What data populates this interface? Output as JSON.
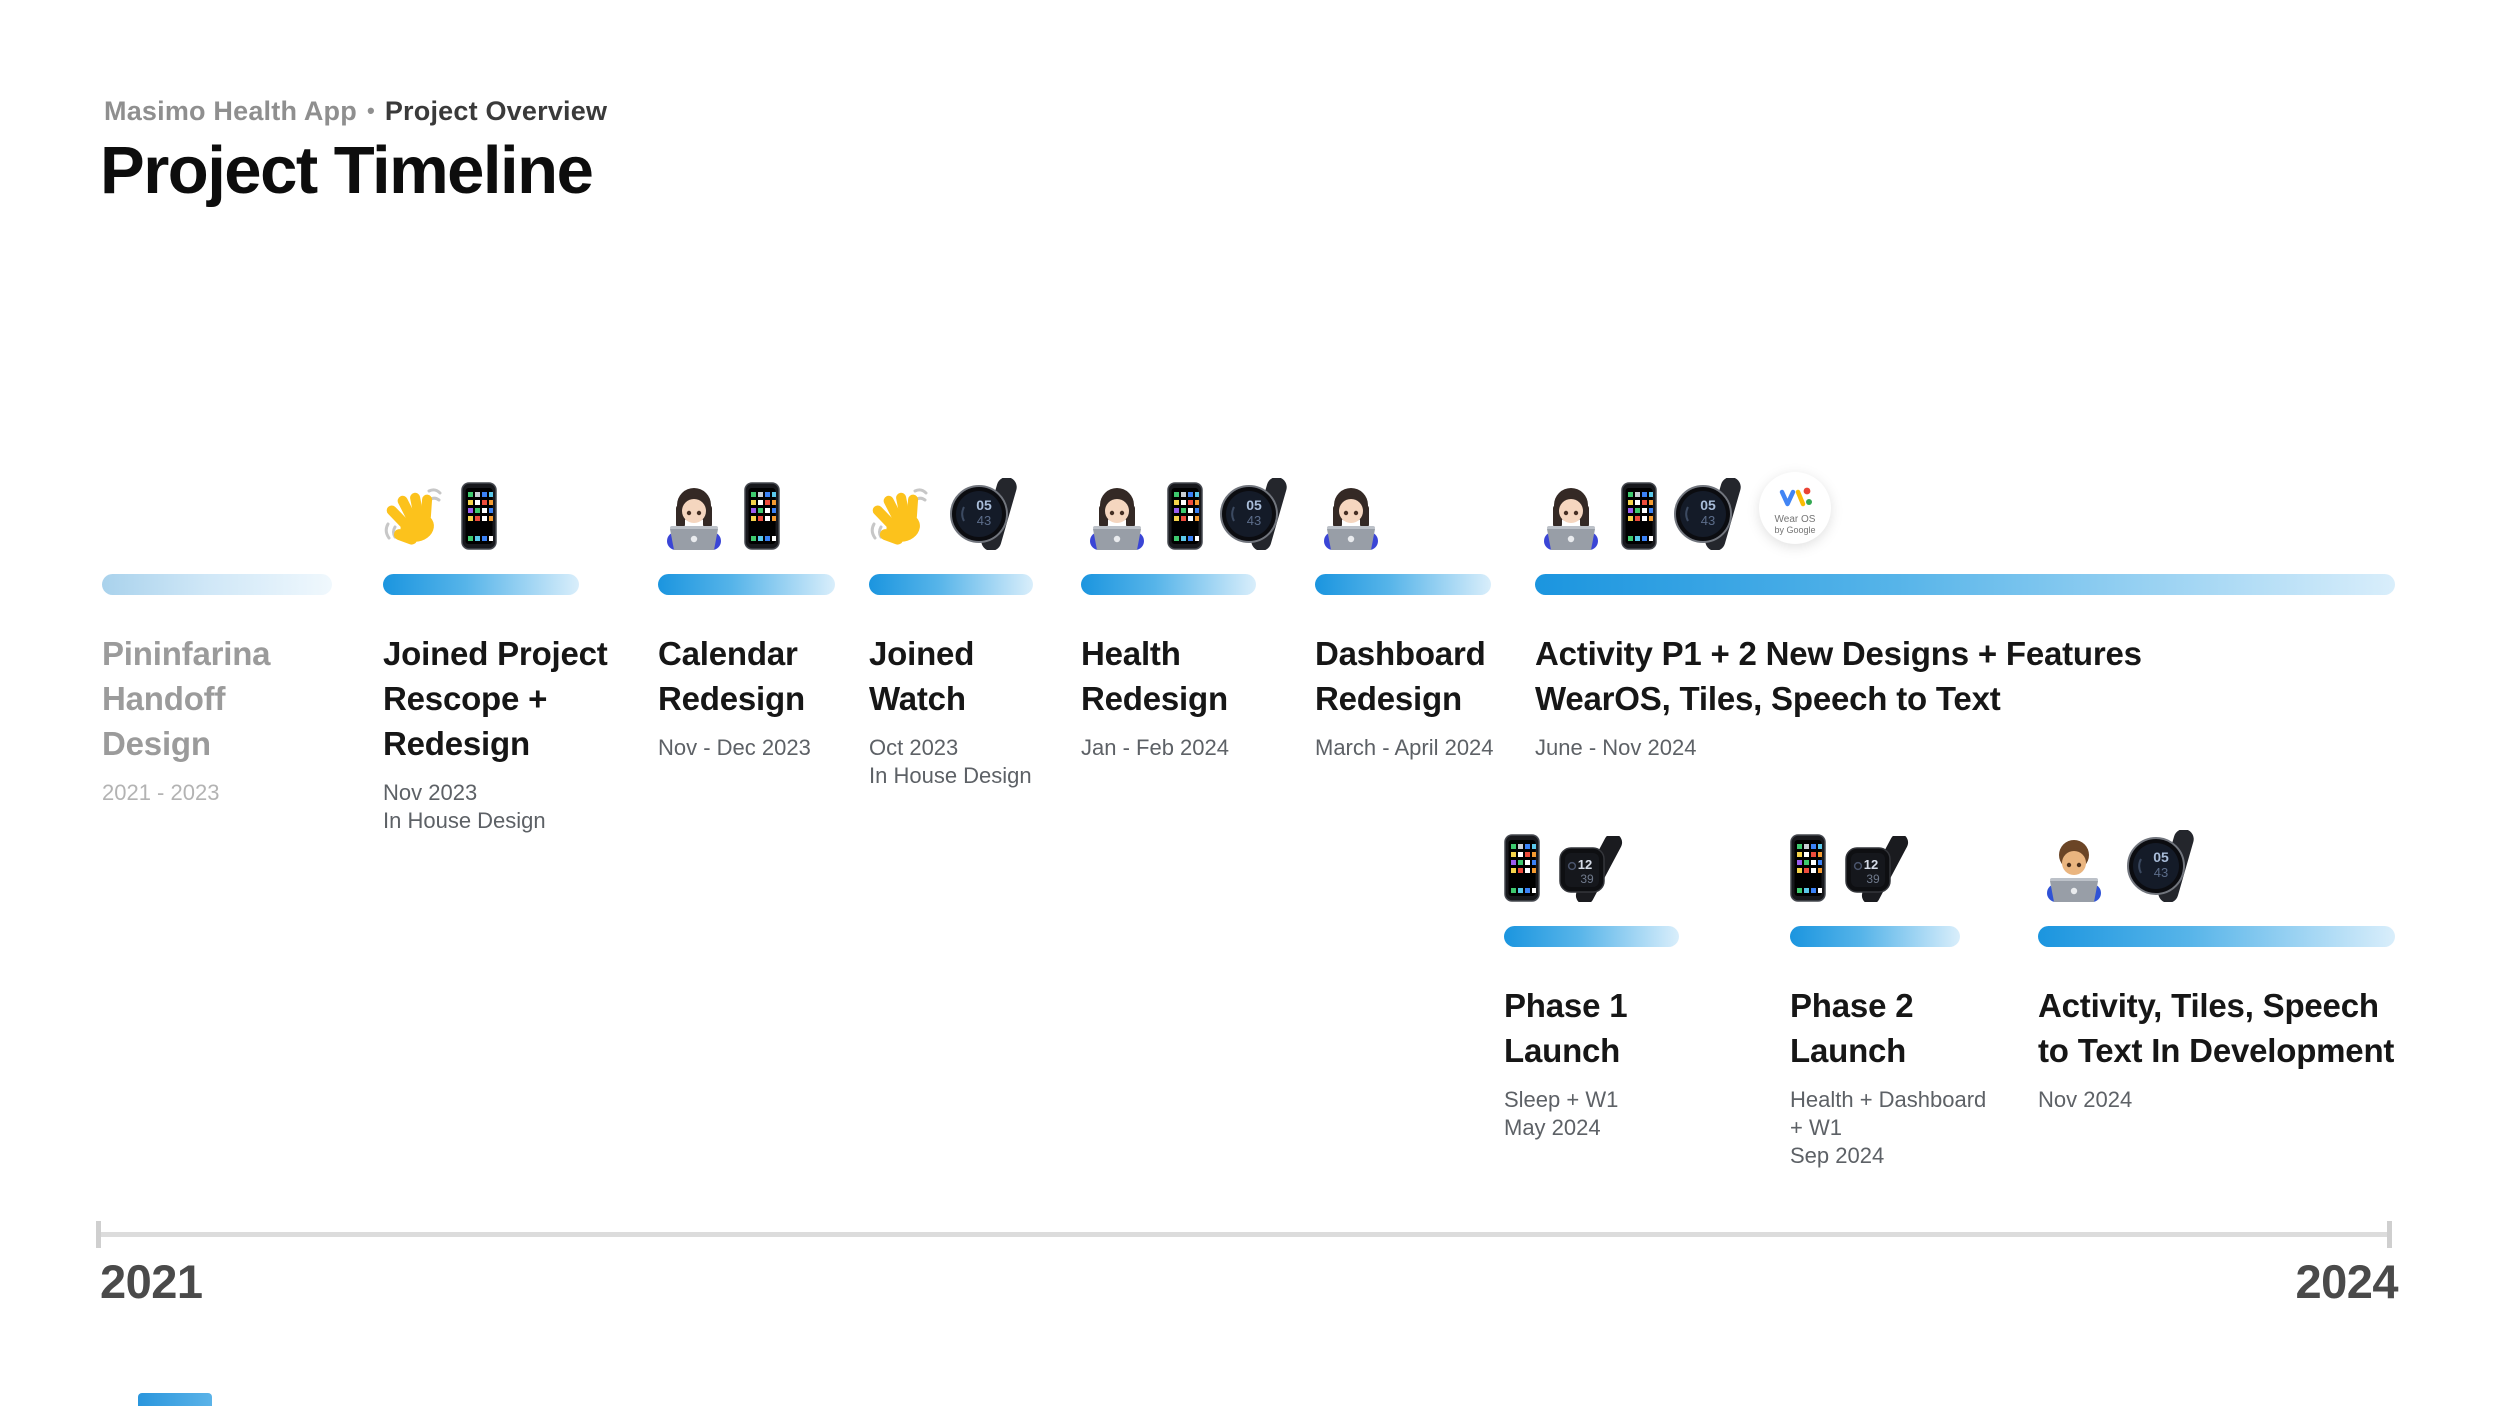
{
  "header": {
    "breadcrumb": {
      "product": "Masimo Health App",
      "separator": "•",
      "page": "Project Overview"
    },
    "title": "Project Timeline"
  },
  "colors": {
    "bar_gradient_start": "#1b95df",
    "bar_gradient_end": "#d9eefb",
    "bar_muted_start": "#a9d2ec",
    "bar_muted_end": "#f0f8fd",
    "axis_line": "#dcdcdc",
    "axis_label": "#4a4a4a",
    "title_text": "#161616",
    "muted_text": "#9b9b9b",
    "sub_text": "#5d6166"
  },
  "milestones": [
    {
      "id": "pininfarina-handoff-design",
      "muted": true,
      "title_lines": [
        "Pininfarina",
        "Handoff",
        "Design"
      ],
      "sub_lines": [
        "2021 - 2023"
      ],
      "icons": []
    },
    {
      "id": "joined-project-rescope-redesign",
      "title_lines": [
        "Joined Project",
        "Rescope +",
        "Redesign"
      ],
      "sub_lines": [
        "Nov 2023",
        "In House Design"
      ],
      "icons": [
        "waving-hand",
        "mobile-phone"
      ]
    },
    {
      "id": "calendar-redesign",
      "title_lines": [
        "Calendar",
        "Redesign"
      ],
      "sub_lines": [
        "Nov - Dec 2023"
      ],
      "icons": [
        "woman-technologist",
        "mobile-phone"
      ]
    },
    {
      "id": "joined-watch",
      "title_lines": [
        "Joined",
        "Watch"
      ],
      "sub_lines": [
        "Oct 2023",
        "In House Design"
      ],
      "icons": [
        "waving-hand",
        "round-smartwatch"
      ]
    },
    {
      "id": "health-redesign",
      "title_lines": [
        "Health",
        "Redesign"
      ],
      "sub_lines": [
        "Jan - Feb 2024"
      ],
      "icons": [
        "woman-technologist",
        "mobile-phone",
        "round-smartwatch"
      ]
    },
    {
      "id": "dashboard-redesign",
      "title_lines": [
        "Dashboard",
        "Redesign"
      ],
      "sub_lines": [
        "March - April 2024"
      ],
      "icons": [
        "woman-technologist"
      ]
    },
    {
      "id": "activity-p1-new-designs",
      "title_lines": [
        "Activity P1 + 2 New Designs + Features",
        "WearOS, Tiles, Speech to Text"
      ],
      "sub_lines": [
        "June - Nov 2024"
      ],
      "icons": [
        "woman-technologist",
        "mobile-phone",
        "round-smartwatch",
        "wear-os-badge"
      ]
    },
    {
      "id": "phase-1-launch",
      "title_lines": [
        "Phase 1",
        "Launch"
      ],
      "sub_lines": [
        "Sleep + W1",
        "May 2024"
      ],
      "icons": [
        "mobile-phone",
        "square-smartwatch"
      ]
    },
    {
      "id": "phase-2-launch",
      "title_lines": [
        "Phase 2",
        "Launch"
      ],
      "sub_lines": [
        "Health + Dashboard",
        "+ W1",
        "Sep 2024"
      ],
      "icons": [
        "mobile-phone",
        "square-smartwatch"
      ]
    },
    {
      "id": "activity-tiles-speech-in-development",
      "title_lines": [
        "Activity, Tiles, Speech",
        "to Text In Development"
      ],
      "sub_lines": [
        "Nov 2024"
      ],
      "icons": [
        "man-technologist",
        "round-smartwatch"
      ]
    }
  ],
  "axis": {
    "start_label": "2021",
    "end_label": "2024"
  },
  "wear_os_badge": {
    "line1": "Wear OS",
    "line2": "by Google"
  },
  "watch_face_round": {
    "hour": "05",
    "minute": "43"
  },
  "watch_face_square": {
    "hour": "12",
    "minute": "39"
  }
}
